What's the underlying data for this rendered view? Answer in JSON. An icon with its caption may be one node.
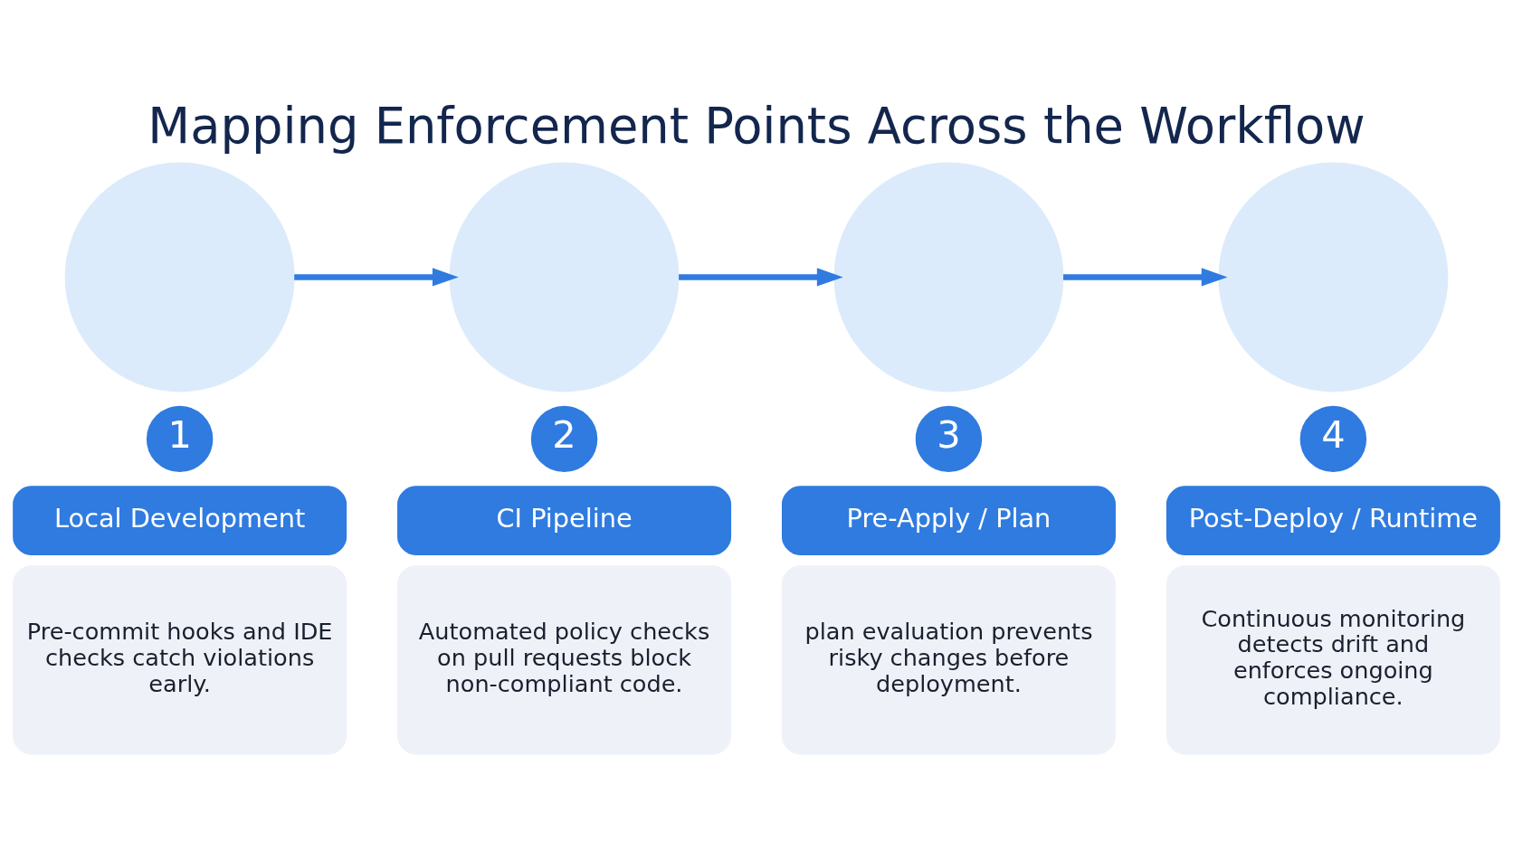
{
  "diagram": {
    "title": "Mapping Enforcement Points Across the Workflow",
    "nodes": [
      {
        "text": [],
        "shape": "circle"
      },
      {
        "text": [
          "1"
        ]
      },
      {
        "text": [
          "Local Development"
        ]
      },
      {
        "text": [
          "Pre-commit hooks and IDE checks catch violations early."
        ]
      },
      {
        "text": [],
        "shape": "circle"
      },
      {
        "text": [
          "2"
        ]
      },
      {
        "text": [
          "CI Pipeline"
        ]
      },
      {
        "text": [
          "Automated policy checks on pull requests block non-compliant code."
        ]
      },
      {
        "text": [],
        "shape": "circle"
      },
      {
        "text": [
          "3"
        ]
      },
      {
        "text": [
          "Pre-Apply / Plan"
        ]
      },
      {
        "text": [
          "plan evaluation prevents risky changes before deployment."
        ]
      },
      {
        "text": [],
        "shape": "circle"
      },
      {
        "text": [
          "4"
        ]
      },
      {
        "text": [
          "Post-Deploy / Runtime"
        ]
      },
      {
        "text": [
          "Continuous monitoring detects drift and enforces ongoing compliance."
        ]
      }
    ],
    "edges": [
      {
        "from": 0,
        "to": 4,
        "arrow": "to"
      },
      {
        "from": 4,
        "to": 8,
        "arrow": "to"
      },
      {
        "from": 8,
        "to": 12,
        "arrow": "to"
      }
    ]
  }
}
